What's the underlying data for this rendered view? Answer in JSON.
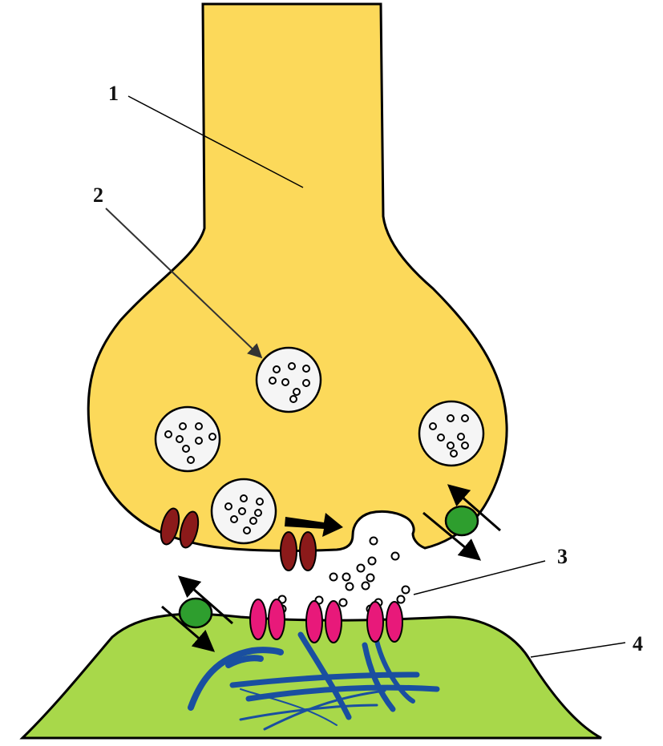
{
  "labels": {
    "l1": "1",
    "l2": "2",
    "l3": "3",
    "l4": "4"
  },
  "colors": {
    "presynaptic_fill": "#fcd95a",
    "postsynaptic_fill": "#a8d84a",
    "vesicle_fill": "#f5f5f5",
    "calcium_channel": "#8b1a1a",
    "receptor": "#e8197a",
    "transporter": "#2e9e2e",
    "cytoskeleton": "#1a4fa0",
    "outline": "#000000"
  },
  "icons": {
    "release_arrow": "bold-right-arrow",
    "reuptake_arrows": "double-headed-arrow"
  }
}
